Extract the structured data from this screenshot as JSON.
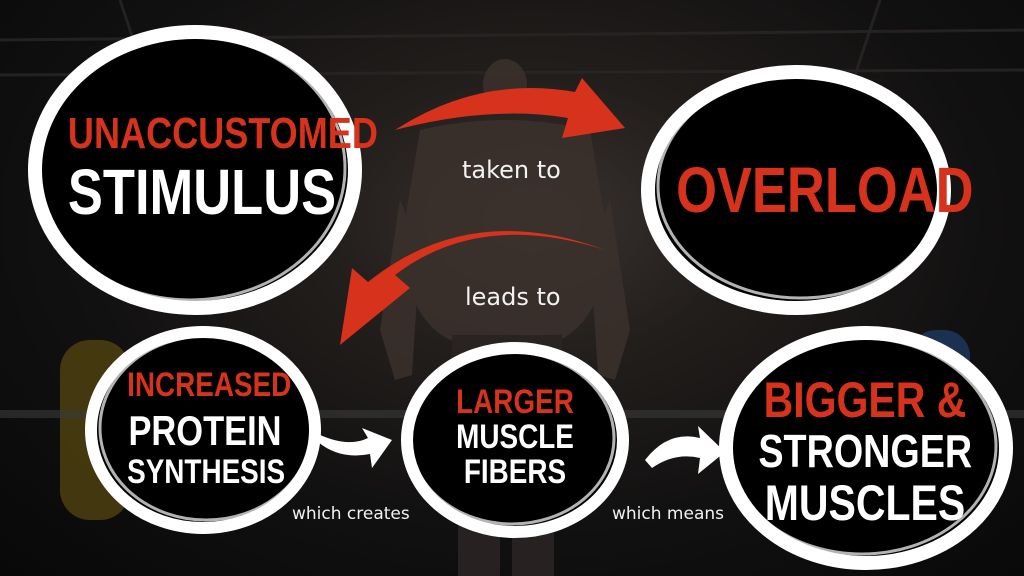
{
  "bubbles": {
    "stimulus": {
      "line1": "UNACCUSTOMED",
      "line2": "STIMULUS"
    },
    "overload": {
      "line1": "OVERLOAD"
    },
    "protein": {
      "line1": "INCREASED",
      "line2": "PROTEIN",
      "line3": "SYNTHESIS"
    },
    "fibers": {
      "line1": "LARGER",
      "line2": "MUSCLE",
      "line3": "FIBERS"
    },
    "muscles": {
      "line1": "BIGGER &",
      "line2": "STRONGER",
      "line3": "MUSCLES"
    }
  },
  "connectors": {
    "taken_to": "taken to",
    "leads_to": "leads to",
    "which_creates": "which creates",
    "which_means": "which means"
  },
  "colors": {
    "accent_red": "#d6321c",
    "text_white": "#ffffff",
    "bubble_fill": "#000000"
  }
}
